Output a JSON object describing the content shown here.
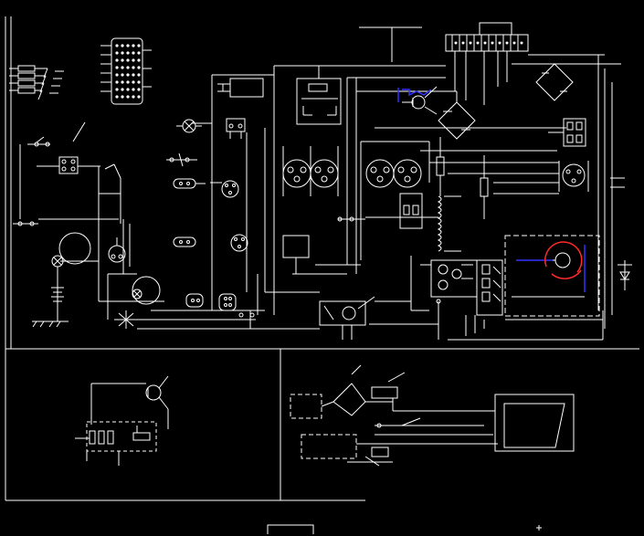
{
  "drawing": {
    "background": "#000000",
    "line_color": "#ffffff",
    "highlight_color": "#ff2a2a",
    "accent_color": "#3333ff"
  },
  "panels": [
    {
      "name": "main-schematic-panel"
    },
    {
      "name": "lower-left-detail-panel"
    },
    {
      "name": "lower-right-detail-panel"
    }
  ]
}
